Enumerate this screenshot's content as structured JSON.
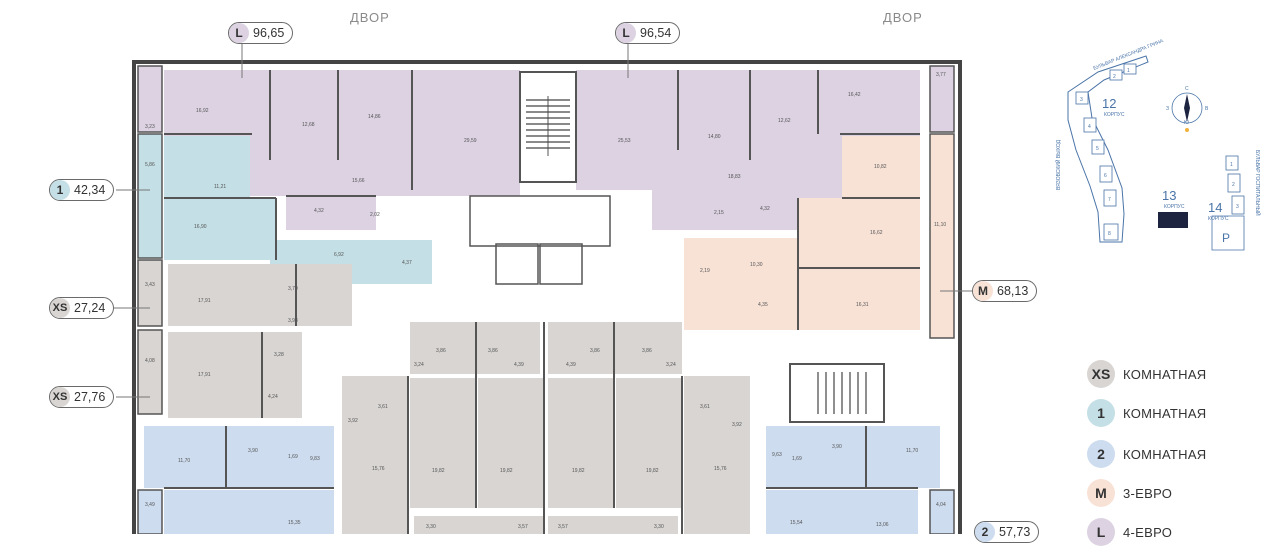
{
  "yard_labels": [
    "ДВОР",
    "ДВОР"
  ],
  "apartment_tags": [
    {
      "type": "L",
      "area": "96,65"
    },
    {
      "type": "L",
      "area": "96,54"
    },
    {
      "type": "1",
      "area": "42,34"
    },
    {
      "type": "XS",
      "area": "27,24"
    },
    {
      "type": "XS",
      "area": "27,76"
    },
    {
      "type": "M",
      "area": "68,13"
    },
    {
      "type": "2",
      "area": "57,73"
    }
  ],
  "legend": [
    {
      "code": "XS",
      "label": "КОМНАТНАЯ",
      "color": "#d6d3d1"
    },
    {
      "code": "1",
      "label": "КОМНАТНАЯ",
      "color": "#c5dfe6"
    },
    {
      "code": "2",
      "label": "КОМНАТНАЯ",
      "color": "#cfdcef"
    },
    {
      "code": "M",
      "label": "3-ЕВРО",
      "color": "#f6ddd0"
    },
    {
      "code": "L",
      "label": "4-ЕВРО",
      "color": "#ddd3e3"
    }
  ],
  "colors": {
    "XS": "#d8d5d3",
    "1": "#c4dfe5",
    "2": "#cddcef",
    "M": "#f8e2d6",
    "L": "#dcd2e2",
    "corridor": "#ffffff",
    "wall": "#4a4a4a",
    "building_13": "#1d2440"
  },
  "room_areas": {
    "L_left": [
      "16,92",
      "12,68",
      "14,86",
      "29,59",
      "15,66",
      "4,32",
      "2,02",
      "3,23"
    ],
    "L_right": [
      "25,53",
      "14,80",
      "12,62",
      "16,42",
      "18,83",
      "2,15",
      "4,32",
      "3,77"
    ],
    "one_room": [
      "5,86",
      "11,21",
      "16,90",
      "6,92",
      "4,37"
    ],
    "xs_top": [
      "3,43",
      "17,91",
      "3,79",
      "3,93"
    ],
    "xs_bottom": [
      "4,08",
      "17,91",
      "3,28",
      "4,24"
    ],
    "m_apartment": [
      "10,82",
      "11,10",
      "16,62",
      "10,30",
      "2,19",
      "16,31",
      "4,35"
    ],
    "center": [
      "3,86",
      "3,86",
      "3,86",
      "3,86",
      "3,24",
      "3,24",
      "4,39",
      "4,39",
      "19,82",
      "19,82",
      "19,82",
      "19,82",
      "15,76",
      "15,76",
      "3,61",
      "3,61",
      "3,92",
      "3,92",
      "3,30",
      "3,57",
      "3,57",
      "3,30"
    ],
    "two_left": [
      "11,70",
      "3,90",
      "1,69",
      "9,83",
      "3,49",
      "15,35"
    ],
    "two_right": [
      "11,70",
      "3,90",
      "1,69",
      "9,63",
      "4,04",
      "15,54",
      "13,06"
    ]
  },
  "site_map": {
    "street_top": "БУЛЬВАР АЛЕКСАНДРА ГРИНА",
    "street_left": "ВЯЗОВСКИЙ ВЫХОД",
    "street_right": "БУЛЬВАР ГОСПИТАЛЬНЫЙ",
    "buildings": [
      {
        "number": "12",
        "label": "КОРПУС"
      },
      {
        "number": "13",
        "label": "КОРПУС"
      },
      {
        "number": "14",
        "label": "КОРПУС"
      }
    ],
    "sections_12": [
      "1",
      "2",
      "3",
      "4",
      "5",
      "6",
      "7",
      "8"
    ],
    "sections_14": [
      "1",
      "2",
      "3"
    ],
    "parking": "P",
    "compass": {
      "n": "С",
      "s": "Ю",
      "e": "В",
      "w": "З"
    }
  }
}
